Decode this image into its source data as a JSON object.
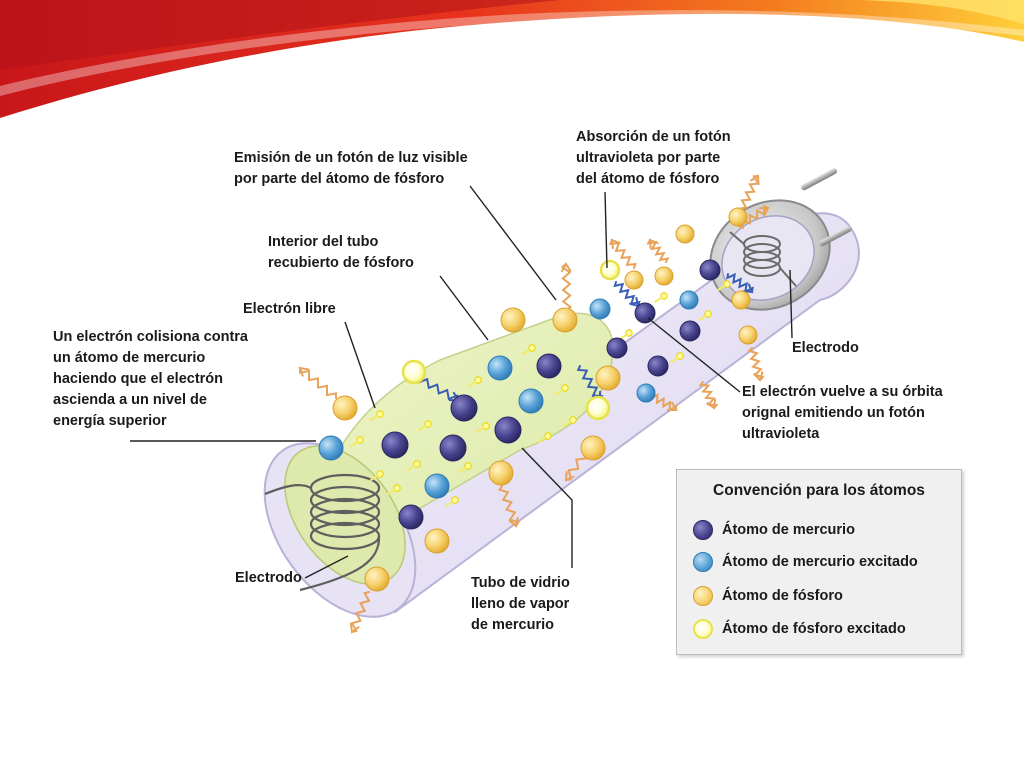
{
  "labels": {
    "emision": [
      "Emisión de un fotón de luz visible",
      "por parte del átomo de fósforo"
    ],
    "absorcion": [
      "Absorción de un fotón",
      "ultravioleta por parte",
      "del átomo de fósforo"
    ],
    "interior": [
      "Interior del tubo",
      "recubierto de fósforo"
    ],
    "electron_libre": [
      "Electrón libre"
    ],
    "colision": [
      "Un electrón colisiona contra",
      "un átomo de mercurio",
      "haciendo que el electrón",
      "ascienda a un nivel de",
      "energía superior"
    ],
    "electrodo_right": [
      "Electrodo"
    ],
    "electrodo_left": [
      "Electrodo"
    ],
    "vuelve": [
      "El electrón vuelve a su órbita",
      "orignal emitiendo un fotón",
      "ultravioleta"
    ],
    "tubo": [
      "Tubo de vidrio",
      "lleno de vapor",
      "de mercurio"
    ]
  },
  "legend": {
    "title": "Convención para los átomos",
    "items": [
      {
        "label": "Átomo de mercurio",
        "kind": "mercury"
      },
      {
        "label": "Átomo de mercurio excitado",
        "kind": "mercury-excited"
      },
      {
        "label": "Átomo de fósforo",
        "kind": "phosphor"
      },
      {
        "label": "Átomo de fósforo excitado",
        "kind": "phosphor-excited"
      }
    ]
  },
  "colors": {
    "mercury": "#4a4590",
    "mercury_excited": "#5aa3d8",
    "phosphor": "#f6d26e",
    "phosphor_excited": "#f3f066",
    "uv_photon": "#3a5db5",
    "visible_photon": "#e8a25a",
    "tube_coating": "#ece7f5",
    "tube_interior": "#e6f1b8",
    "leader_line": "#222222",
    "banner_red": "#e0261b",
    "banner_orange": "#f59a1f",
    "banner_yellow": "#ffd43a"
  }
}
